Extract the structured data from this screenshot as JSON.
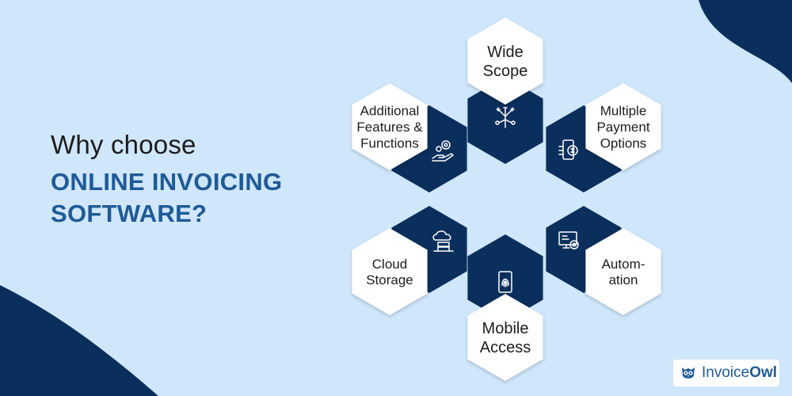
{
  "headline": {
    "line1": "Why choose",
    "line2": "ONLINE INVOICING",
    "line3": "SOFTWARE?"
  },
  "features": [
    {
      "lines": [
        "Wide",
        "Scope"
      ],
      "icon": "network-arrows-icon"
    },
    {
      "lines": [
        "Multiple",
        "Payment",
        "Options"
      ],
      "icon": "mobile-payment-icon"
    },
    {
      "lines": [
        "Autom-",
        "ation"
      ],
      "icon": "monitor-gear-icon"
    },
    {
      "lines": [
        "Mobile",
        "Access"
      ],
      "icon": "phone-fingerprint-icon"
    },
    {
      "lines": [
        "Cloud",
        "Storage"
      ],
      "icon": "cloud-server-icon"
    },
    {
      "lines": [
        "Additional",
        "Features &",
        "Functions"
      ],
      "icon": "hand-gears-icon"
    }
  ],
  "logo": {
    "brand": "Invoice",
    "brand_bold": "Owl"
  },
  "colors": {
    "background": "#cfe6fb",
    "navy": "#0b2f5c",
    "accent_text": "#1f5a96",
    "hex_white": "#ffffff"
  }
}
